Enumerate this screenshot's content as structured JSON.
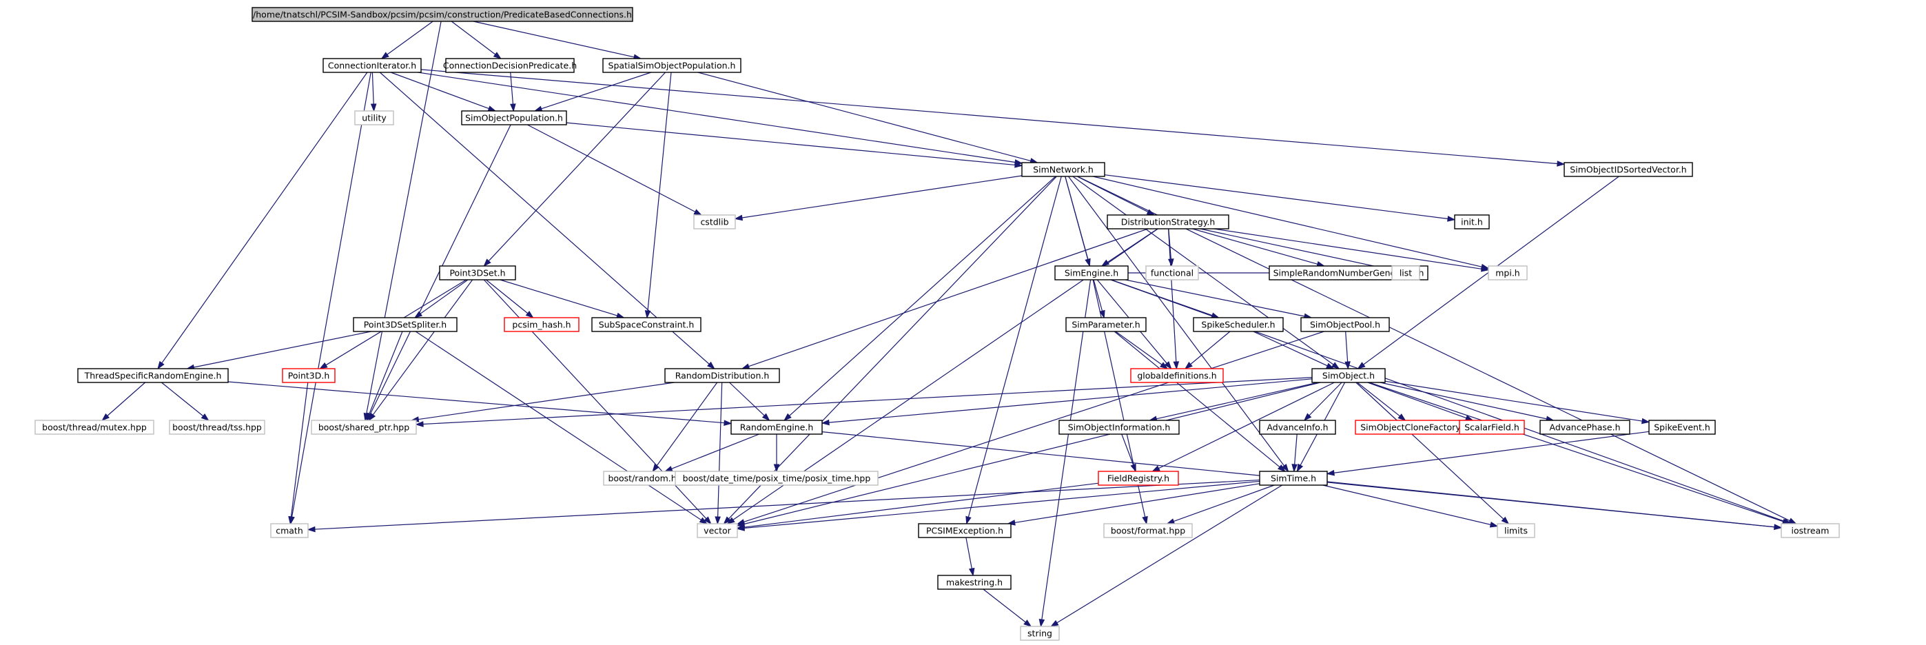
{
  "diagram": {
    "colors": {
      "edge": "#191970",
      "root_fill": "#bfbfbf",
      "normal_border": "#000000",
      "external_border": "#bfbfbf",
      "missing_border": "#ff0000",
      "text": "#000000"
    },
    "nodes": [
      {
        "id": "n_root",
        "label": "/home/tnatschl/PCSIM-Sandbox/pcsim/pcsim/construction/PredicateBasedConnections.h",
        "kind": "root"
      },
      {
        "id": "n_conn_iter",
        "label": "ConnectionIterator.h",
        "kind": "normal"
      },
      {
        "id": "n_conn_dec",
        "label": "ConnectionDecisionPredicate.h",
        "kind": "normal"
      },
      {
        "id": "n_spatial",
        "label": "SpatialSimObjectPopulation.h",
        "kind": "normal"
      },
      {
        "id": "n_utility",
        "label": "utility",
        "kind": "external"
      },
      {
        "id": "n_simobjpop",
        "label": "SimObjectPopulation.h",
        "kind": "normal"
      },
      {
        "id": "n_sorted",
        "label": "SimObjectIDSortedVector.h",
        "kind": "normal"
      },
      {
        "id": "n_simnetwork",
        "label": "SimNetwork.h",
        "kind": "normal"
      },
      {
        "id": "n_cstdlib",
        "label": "cstdlib",
        "kind": "external"
      },
      {
        "id": "n_init",
        "label": "init.h",
        "kind": "normal"
      },
      {
        "id": "n_diststrat",
        "label": "DistributionStrategy.h",
        "kind": "normal"
      },
      {
        "id": "n_point3dset",
        "label": "Point3DSet.h",
        "kind": "normal"
      },
      {
        "id": "n_functional",
        "label": "functional",
        "kind": "external"
      },
      {
        "id": "n_simplerng",
        "label": "SimpleRandomNumberGenerator.h",
        "kind": "normal"
      },
      {
        "id": "n_list",
        "label": "list",
        "kind": "external"
      },
      {
        "id": "n_mpi",
        "label": "mpi.h",
        "kind": "external"
      },
      {
        "id": "n_simengine",
        "label": "SimEngine.h",
        "kind": "normal"
      },
      {
        "id": "n_pcsim_hash",
        "label": "pcsim_hash.h",
        "kind": "missing"
      },
      {
        "id": "n_subspace",
        "label": "SubSpaceConstraint.h",
        "kind": "normal"
      },
      {
        "id": "n_splitter",
        "label": "Point3DSetSpliter.h",
        "kind": "normal"
      },
      {
        "id": "n_simparam",
        "label": "SimParameter.h",
        "kind": "normal"
      },
      {
        "id": "n_spikesched",
        "label": "SpikeScheduler.h",
        "kind": "normal"
      },
      {
        "id": "n_simobjpool",
        "label": "SimObjectPool.h",
        "kind": "normal"
      },
      {
        "id": "n_tsre",
        "label": "ThreadSpecificRandomEngine.h",
        "kind": "normal"
      },
      {
        "id": "n_point3d",
        "label": "Point3D.h",
        "kind": "missing"
      },
      {
        "id": "n_randdist",
        "label": "RandomDistribution.h",
        "kind": "normal"
      },
      {
        "id": "n_globaldefs",
        "label": "globaldefinitions.h",
        "kind": "missing"
      },
      {
        "id": "n_simobject",
        "label": "SimObject.h",
        "kind": "normal"
      },
      {
        "id": "n_mutex",
        "label": "boost/thread/mutex.hpp",
        "kind": "external"
      },
      {
        "id": "n_tss",
        "label": "boost/thread/tss.hpp",
        "kind": "external"
      },
      {
        "id": "n_shared_ptr",
        "label": "boost/shared_ptr.hpp",
        "kind": "external"
      },
      {
        "id": "n_randengine",
        "label": "RandomEngine.h",
        "kind": "normal"
      },
      {
        "id": "n_simobjinfo",
        "label": "SimObjectInformation.h",
        "kind": "normal"
      },
      {
        "id": "n_advinfo",
        "label": "AdvanceInfo.h",
        "kind": "normal"
      },
      {
        "id": "n_clonefactory",
        "label": "SimObjectCloneFactory.h",
        "kind": "missing"
      },
      {
        "id": "n_scalarfield",
        "label": "ScalarField.h",
        "kind": "missing"
      },
      {
        "id": "n_advphase",
        "label": "AdvancePhase.h",
        "kind": "normal"
      },
      {
        "id": "n_spikeevent",
        "label": "SpikeEvent.h",
        "kind": "normal"
      },
      {
        "id": "n_boost_random",
        "label": "boost/random.hpp",
        "kind": "external"
      },
      {
        "id": "n_posix_time",
        "label": "boost/date_time/posix_time/posix_time.hpp",
        "kind": "external"
      },
      {
        "id": "n_fieldreg",
        "label": "FieldRegistry.h",
        "kind": "missing"
      },
      {
        "id": "n_simtime",
        "label": "SimTime.h",
        "kind": "normal"
      },
      {
        "id": "n_cmath",
        "label": "cmath",
        "kind": "external"
      },
      {
        "id": "n_vector",
        "label": "vector",
        "kind": "external"
      },
      {
        "id": "n_pcsimexc",
        "label": "PCSIMException.h",
        "kind": "normal"
      },
      {
        "id": "n_boost_format",
        "label": "boost/format.hpp",
        "kind": "external"
      },
      {
        "id": "n_limits",
        "label": "limits",
        "kind": "external"
      },
      {
        "id": "n_iostream",
        "label": "iostream",
        "kind": "external"
      },
      {
        "id": "n_makestring",
        "label": "makestring.h",
        "kind": "normal"
      },
      {
        "id": "n_string",
        "label": "string",
        "kind": "external"
      }
    ],
    "edges": [
      [
        "n_root",
        "n_conn_iter"
      ],
      [
        "n_root",
        "n_conn_dec"
      ],
      [
        "n_root",
        "n_spatial"
      ],
      [
        "n_root",
        "n_shared_ptr"
      ],
      [
        "n_conn_iter",
        "n_utility"
      ],
      [
        "n_conn_iter",
        "n_simobjpop"
      ],
      [
        "n_conn_iter",
        "n_sorted"
      ],
      [
        "n_conn_iter",
        "n_tsre"
      ],
      [
        "n_conn_iter",
        "n_randdist"
      ],
      [
        "n_conn_iter",
        "n_cmath"
      ],
      [
        "n_conn_iter",
        "n_simnetwork"
      ],
      [
        "n_conn_dec",
        "n_simobjpop"
      ],
      [
        "n_spatial",
        "n_simobjpop"
      ],
      [
        "n_spatial",
        "n_simnetwork"
      ],
      [
        "n_spatial",
        "n_point3dset"
      ],
      [
        "n_spatial",
        "n_subspace"
      ],
      [
        "n_simobjpop",
        "n_simnetwork"
      ],
      [
        "n_simobjpop",
        "n_cstdlib"
      ],
      [
        "n_simobjpop",
        "n_shared_ptr"
      ],
      [
        "n_sorted",
        "n_simobject"
      ],
      [
        "n_simnetwork",
        "n_cstdlib"
      ],
      [
        "n_simnetwork",
        "n_init"
      ],
      [
        "n_simnetwork",
        "n_diststrat"
      ],
      [
        "n_simnetwork",
        "n_mpi"
      ],
      [
        "n_simnetwork",
        "n_simengine"
      ],
      [
        "n_simnetwork",
        "n_simparam"
      ],
      [
        "n_simnetwork",
        "n_simobject"
      ],
      [
        "n_simnetwork",
        "n_randengine"
      ],
      [
        "n_simnetwork",
        "n_vector"
      ],
      [
        "n_simnetwork",
        "n_pcsimexc"
      ],
      [
        "n_simnetwork",
        "n_simtime"
      ],
      [
        "n_simnetwork",
        "n_iostream"
      ],
      [
        "n_diststrat",
        "n_functional"
      ],
      [
        "n_diststrat",
        "n_simplerng"
      ],
      [
        "n_diststrat",
        "n_list"
      ],
      [
        "n_diststrat",
        "n_mpi"
      ],
      [
        "n_diststrat",
        "n_simengine"
      ],
      [
        "n_diststrat",
        "n_randdist"
      ],
      [
        "n_diststrat",
        "n_globaldefs"
      ],
      [
        "n_diststrat",
        "n_vector"
      ],
      [
        "n_point3dset",
        "n_pcsim_hash"
      ],
      [
        "n_point3dset",
        "n_subspace"
      ],
      [
        "n_point3dset",
        "n_splitter"
      ],
      [
        "n_point3dset",
        "n_point3d"
      ],
      [
        "n_point3dset",
        "n_shared_ptr"
      ],
      [
        "n_point3dset",
        "n_vector"
      ],
      [
        "n_splitter",
        "n_tsre"
      ],
      [
        "n_splitter",
        "n_shared_ptr"
      ],
      [
        "n_splitter",
        "n_vector"
      ],
      [
        "n_simengine",
        "n_spikesched"
      ],
      [
        "n_simengine",
        "n_simobjpool"
      ],
      [
        "n_simengine",
        "n_globaldefs"
      ],
      [
        "n_simengine",
        "n_list"
      ],
      [
        "n_simengine",
        "n_string"
      ],
      [
        "n_simengine",
        "n_boost_format"
      ],
      [
        "n_simengine",
        "n_iostream"
      ],
      [
        "n_simparam",
        "n_globaldefs"
      ],
      [
        "n_simparam",
        "n_simtime"
      ],
      [
        "n_spikesched",
        "n_globaldefs"
      ],
      [
        "n_spikesched",
        "n_simobject"
      ],
      [
        "n_simobjpool",
        "n_simobject"
      ],
      [
        "n_simobjpool",
        "n_vector"
      ],
      [
        "n_tsre",
        "n_mutex"
      ],
      [
        "n_tsre",
        "n_tss"
      ],
      [
        "n_tsre",
        "n_randengine"
      ],
      [
        "n_point3d",
        "n_cmath"
      ],
      [
        "n_randdist",
        "n_randengine"
      ],
      [
        "n_randdist",
        "n_boost_random"
      ],
      [
        "n_randdist",
        "n_shared_ptr"
      ],
      [
        "n_randdist",
        "n_vector"
      ],
      [
        "n_simobject",
        "n_simobjinfo"
      ],
      [
        "n_simobject",
        "n_advinfo"
      ],
      [
        "n_simobject",
        "n_clonefactory"
      ],
      [
        "n_simobject",
        "n_scalarfield"
      ],
      [
        "n_simobject",
        "n_advphase"
      ],
      [
        "n_simobject",
        "n_spikeevent"
      ],
      [
        "n_simobject",
        "n_fieldreg"
      ],
      [
        "n_simobject",
        "n_randengine"
      ],
      [
        "n_simobject",
        "n_shared_ptr"
      ],
      [
        "n_simobject",
        "n_vector"
      ],
      [
        "n_simobject",
        "n_limits"
      ],
      [
        "n_simobject",
        "n_iostream"
      ],
      [
        "n_simobject",
        "n_simtime"
      ],
      [
        "n_simobjinfo",
        "n_fieldreg"
      ],
      [
        "n_advinfo",
        "n_simtime"
      ],
      [
        "n_spikeevent",
        "n_simtime"
      ],
      [
        "n_randengine",
        "n_boost_random"
      ],
      [
        "n_randengine",
        "n_posix_time"
      ],
      [
        "n_randengine",
        "n_iostream"
      ],
      [
        "n_fieldreg",
        "n_vector"
      ],
      [
        "n_simtime",
        "n_cmath"
      ],
      [
        "n_simtime",
        "n_vector"
      ],
      [
        "n_simtime",
        "n_pcsimexc"
      ],
      [
        "n_simtime",
        "n_boost_format"
      ],
      [
        "n_simtime",
        "n_limits"
      ],
      [
        "n_simtime",
        "n_iostream"
      ],
      [
        "n_simtime",
        "n_string"
      ],
      [
        "n_pcsimexc",
        "n_makestring"
      ],
      [
        "n_makestring",
        "n_string"
      ]
    ]
  }
}
